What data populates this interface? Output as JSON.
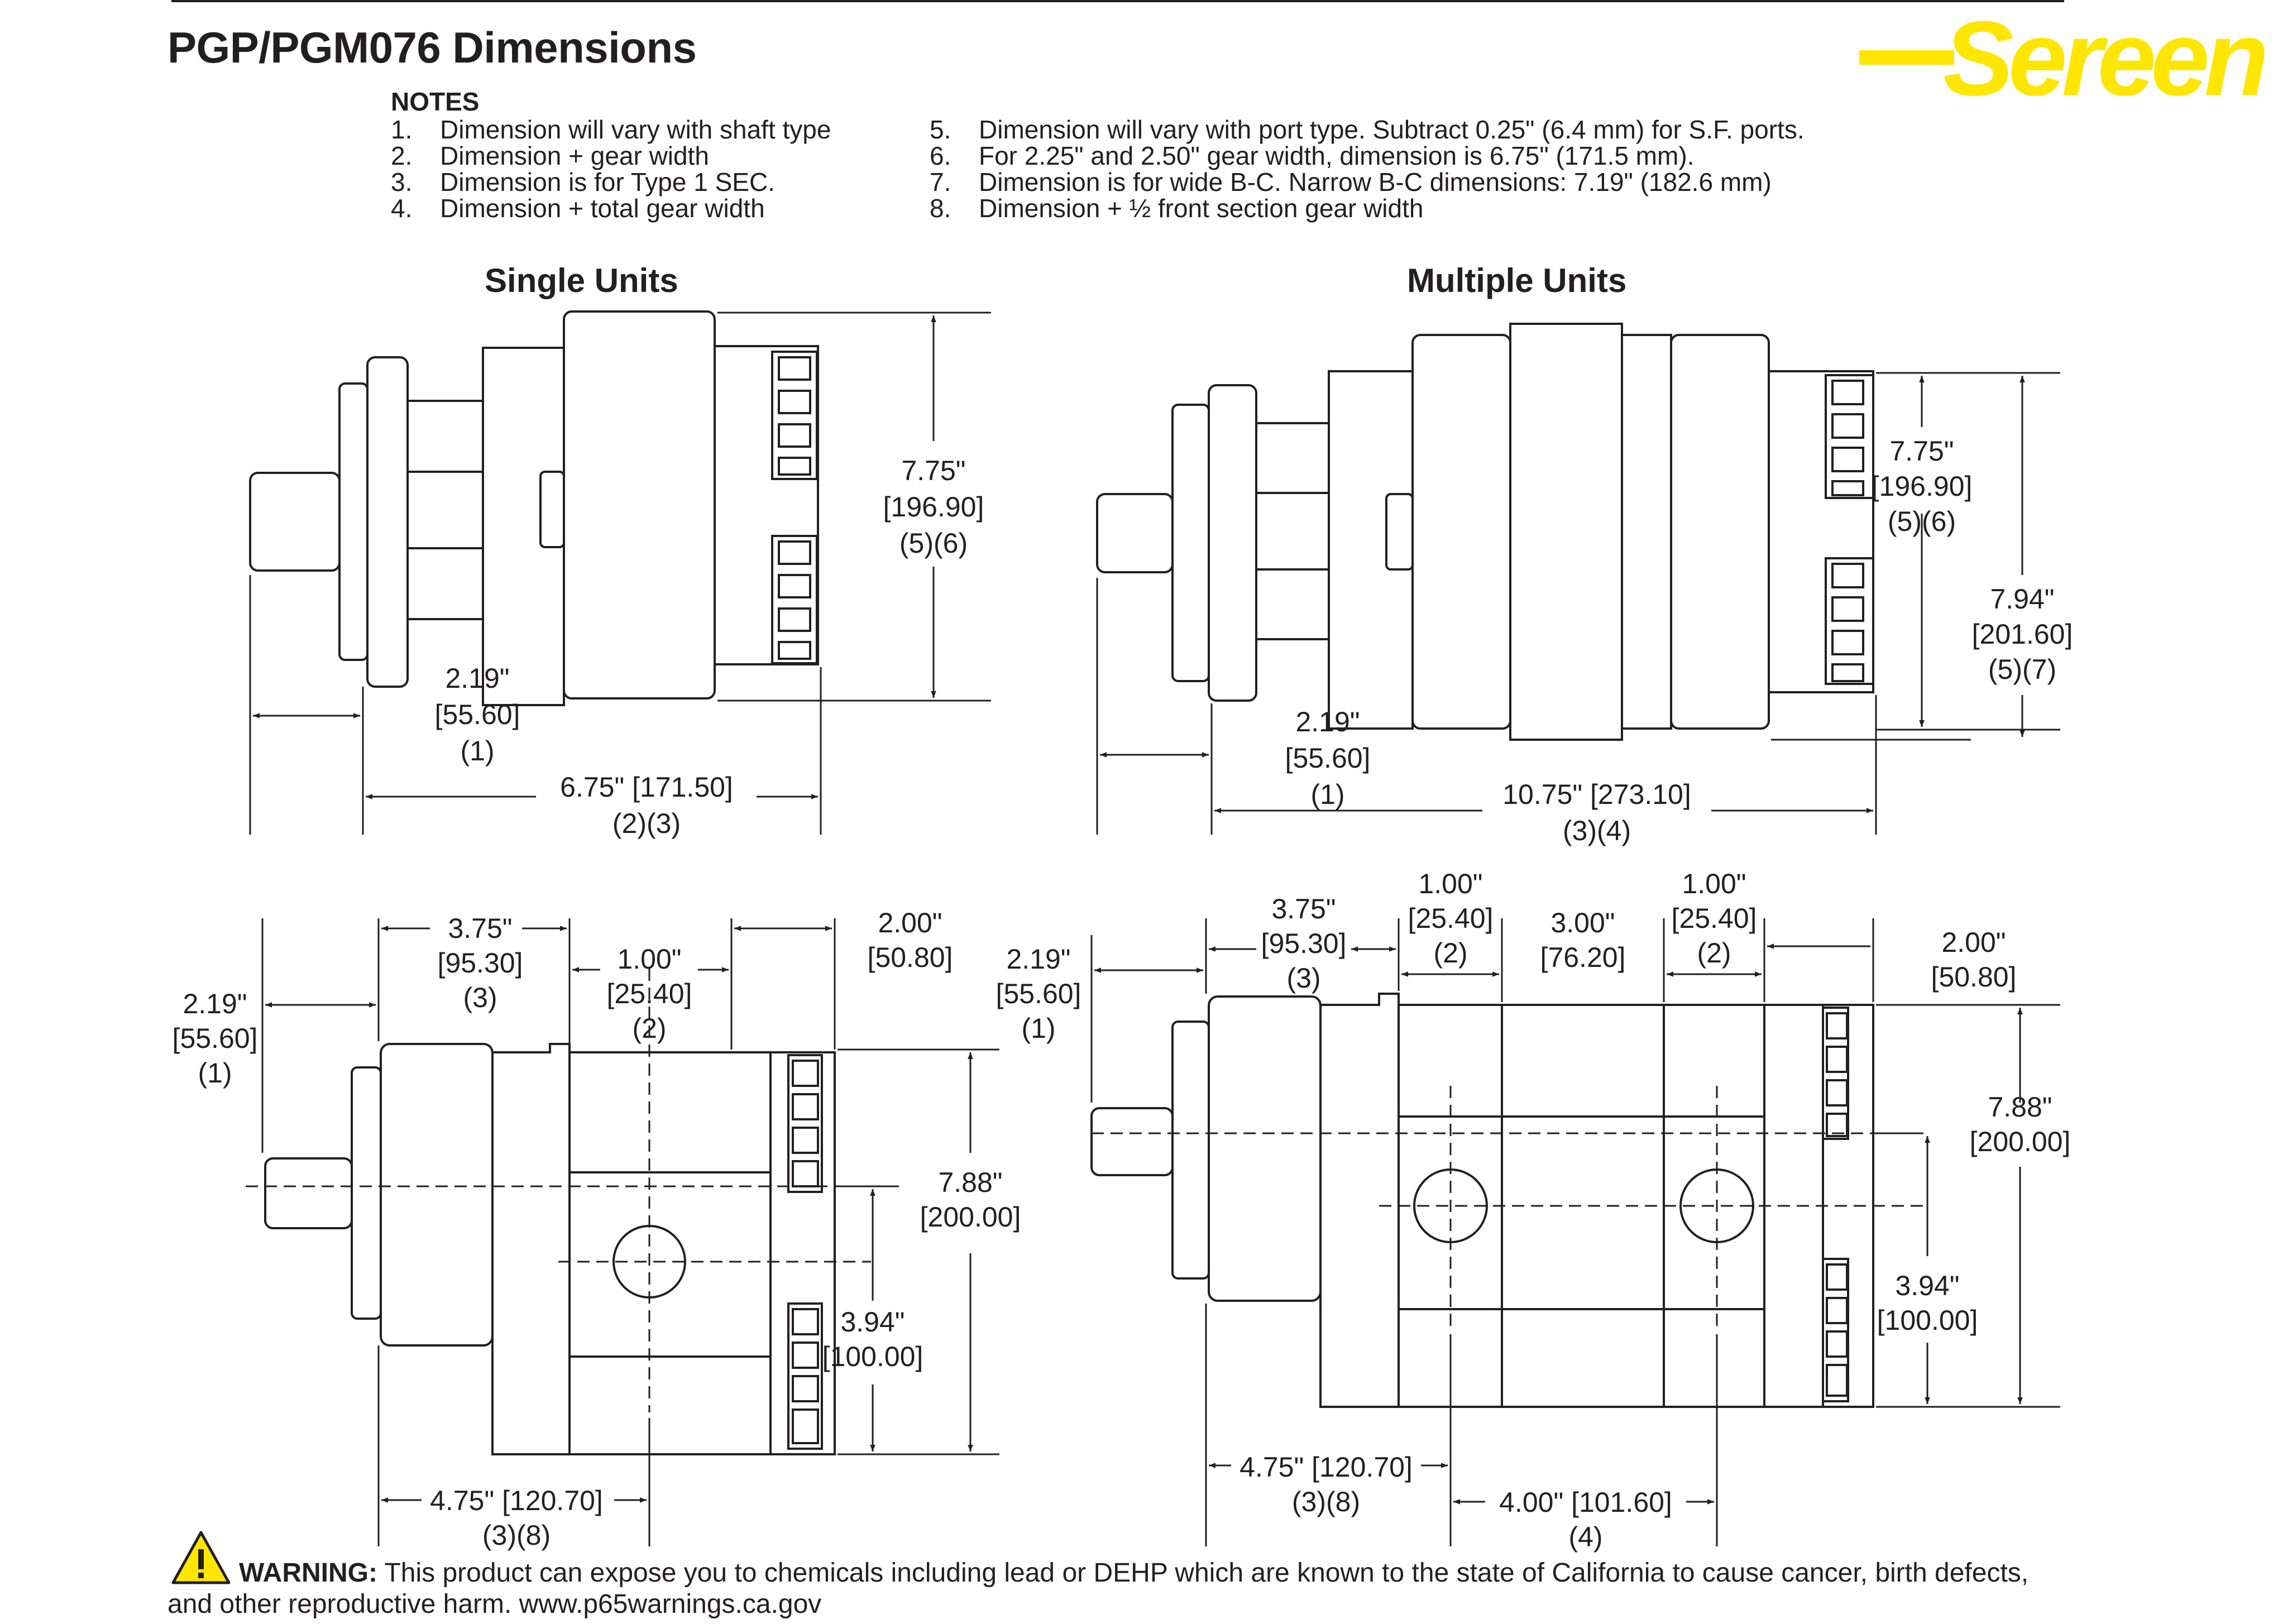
{
  "title": "PGP/PGM076 Dimensions",
  "brand": {
    "name": "Sereen",
    "color": "#ffe600"
  },
  "notes": {
    "heading": "NOTES",
    "items": [
      {
        "n": "1.",
        "text": "Dimension will vary with shaft type"
      },
      {
        "n": "2.",
        "text": "Dimension + gear width"
      },
      {
        "n": "3.",
        "text": "Dimension is for Type 1 SEC."
      },
      {
        "n": "4.",
        "text": "Dimension + total gear width"
      },
      {
        "n": "5.",
        "text": "Dimension will vary with port type. Subtract 0.25\" (6.4 mm) for S.F. ports."
      },
      {
        "n": "6.",
        "text": "For 2.25\" and 2.50\" gear width, dimension is 6.75\" (171.5 mm)."
      },
      {
        "n": "7.",
        "text": "Dimension is for wide B-C. Narrow B-C dimensions: 7.19\" (182.6 mm)"
      },
      {
        "n": "8.",
        "text": "Dimension + ½ front section gear width"
      }
    ]
  },
  "sections": {
    "single": "Single Units",
    "multiple": "Multiple Units"
  },
  "single_side": {
    "height": [
      "7.75\"",
      "[196.90]",
      "(5)(6)"
    ],
    "shaft": [
      "2.19\"",
      "[55.60]",
      "(1)"
    ],
    "length": [
      "6.75\" [171.50]",
      "(2)(3)"
    ]
  },
  "multi_side": {
    "height1": [
      "7.75\"",
      "[196.90]",
      "(5)(6)"
    ],
    "height2": [
      "7.94\"",
      "[201.60]",
      "(5)(7)"
    ],
    "shaft": [
      "2.19\"",
      "[55.60]",
      "(1)"
    ],
    "length": [
      "10.75\" [273.10]",
      "(3)(4)"
    ]
  },
  "single_top": {
    "d1": [
      "3.75\"",
      "[95.30]",
      "(3)"
    ],
    "d2": [
      "1.00\"",
      "[25.40]",
      "(2)"
    ],
    "d3": [
      "2.00\"",
      "[50.80]"
    ],
    "d4": [
      "2.19\"",
      "[55.60]",
      "(1)"
    ],
    "d5": [
      "7.88\"",
      "[200.00]"
    ],
    "d6": [
      "3.94\"",
      "[100.00]"
    ],
    "d7": [
      "4.75\" [120.70]",
      "(3)(8)"
    ]
  },
  "multi_top": {
    "d1": [
      "3.75\"",
      "[95.30]",
      "(3)"
    ],
    "d2": [
      "1.00\"",
      "[25.40]",
      "(2)"
    ],
    "d3": [
      "3.00\"",
      "[76.20]"
    ],
    "d4": [
      "1.00\"",
      "[25.40]",
      "(2)"
    ],
    "d5": [
      "2.00\"",
      "[50.80]"
    ],
    "d6": [
      "2.19\"",
      "[55.60]",
      "(1)"
    ],
    "d7": [
      "7.88\"",
      "[200.00]"
    ],
    "d8": [
      "3.94\"",
      "[100.00]"
    ],
    "d9": [
      "4.75\" [120.70]",
      "(3)(8)"
    ],
    "d10": [
      "4.00\" [101.60]",
      "(4)"
    ]
  },
  "warning": {
    "label": "WARNING:",
    "text": "This product can expose you to chemicals including lead or DEHP which are known to the state of California to cause cancer, birth defects, and other reproductive harm. www.p65warnings.ca.gov"
  }
}
